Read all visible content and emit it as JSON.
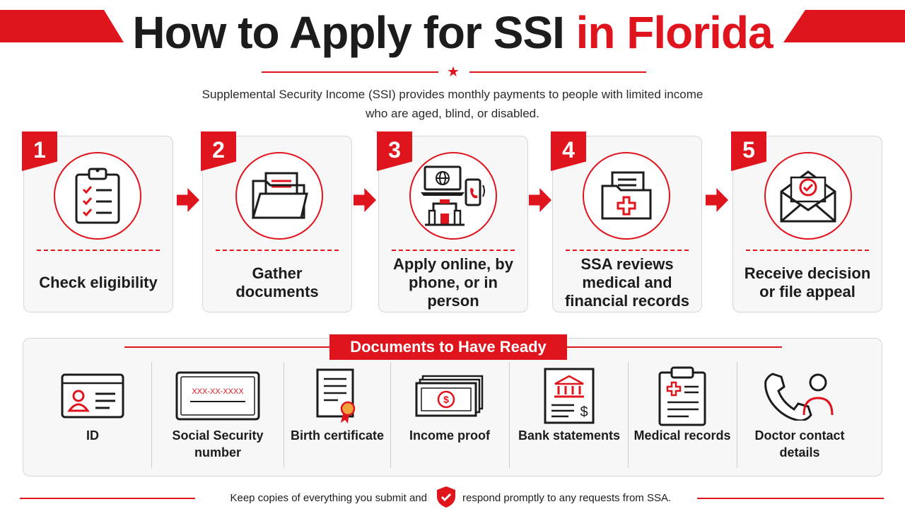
{
  "title": {
    "main": "How to Apply for SSI",
    "highlight": "in Florida"
  },
  "subtitle": {
    "line1": "Supplemental Security Income (SSI) provides monthly payments to people with limited income",
    "line2": "who are aged, blind, or disabled."
  },
  "steps": [
    {
      "number": "1",
      "label": "Check eligibility",
      "icon": "clipboard-checklist-icon"
    },
    {
      "number": "2",
      "label": "Gather documents",
      "icon": "folder-documents-icon"
    },
    {
      "number": "3",
      "label": "Apply online, by phone, or in person",
      "icon": "laptop-phone-office-icon"
    },
    {
      "number": "4",
      "label": "SSA reviews medical and financial records",
      "icon": "medical-folder-icon"
    },
    {
      "number": "5",
      "label": "Receive decision or file appeal",
      "icon": "envelope-check-icon"
    }
  ],
  "documents": {
    "title": "Documents to Have Ready",
    "items": [
      {
        "label": "ID",
        "icon": "id-card-icon"
      },
      {
        "label": "Social Security number",
        "icon": "ssn-card-icon",
        "card_text": "XXX-XX-XXXX"
      },
      {
        "label": "Birth certificate",
        "icon": "certificate-icon"
      },
      {
        "label": "Income proof",
        "icon": "money-stack-icon"
      },
      {
        "label": "Bank statements",
        "icon": "bank-statement-icon"
      },
      {
        "label": "Medical records",
        "icon": "medical-clipboard-icon"
      },
      {
        "label": "Doctor contact details",
        "icon": "phone-person-icon"
      }
    ]
  },
  "footer": {
    "left": "Keep copies of everything you submit and",
    "right": "respond promptly to any requests from SSA."
  },
  "colors": {
    "accent": "#e0141c",
    "text": "#1c1c1c",
    "panel": "#f7f7f7",
    "border": "#d6d6d6"
  }
}
